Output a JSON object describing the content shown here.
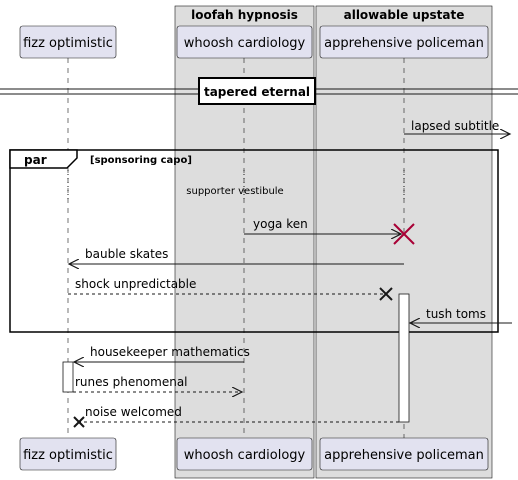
{
  "boxes": [
    {
      "title": "loofah hypnosis"
    },
    {
      "title": "allowable upstate"
    }
  ],
  "participants": [
    {
      "name": "fizz optimistic"
    },
    {
      "name": "whoosh cardiology"
    },
    {
      "name": "apprehensive policeman"
    }
  ],
  "divider": {
    "label": "tapered eternal"
  },
  "par_frame": {
    "keyword": "par",
    "condition": "[sponsoring capo]"
  },
  "note": {
    "text": "supporter vestibule"
  },
  "messages": [
    {
      "label": "lapsed subtitle",
      "from": "apprehensive policeman",
      "to": "outside",
      "style": "solid",
      "ending": "arrow"
    },
    {
      "label": "yoga ken",
      "from": "whoosh cardiology",
      "to": "apprehensive policeman",
      "style": "solid",
      "ending": "arrow-destroy"
    },
    {
      "label": "bauble skates",
      "from": "apprehensive policeman",
      "to": "fizz optimistic",
      "style": "solid",
      "ending": "arrow"
    },
    {
      "label": "shock unpredictable",
      "from": "fizz optimistic",
      "to": "apprehensive policeman",
      "style": "dashed",
      "ending": "lost-x"
    },
    {
      "label": "tush toms",
      "from": "outside",
      "to": "apprehensive policeman",
      "style": "solid",
      "ending": "arrow"
    },
    {
      "label": "housekeeper mathematics",
      "from": "whoosh cardiology",
      "to": "fizz optimistic",
      "style": "solid",
      "ending": "arrow"
    },
    {
      "label": "runes phenomenal",
      "from": "fizz optimistic",
      "to": "whoosh cardiology",
      "style": "dashed",
      "ending": "arrow"
    },
    {
      "label": "noise welcomed",
      "from": "apprehensive policeman",
      "to": "fizz optimistic",
      "style": "dashed",
      "ending": "destroy"
    }
  ],
  "colors": {
    "participant_fill": "#E2E2F0",
    "participant_border": "#181818",
    "group_box_fill": "#DDDDDD",
    "activation_fill": "#ffffff",
    "destroy_red": "#A80036",
    "line": "#181818"
  }
}
